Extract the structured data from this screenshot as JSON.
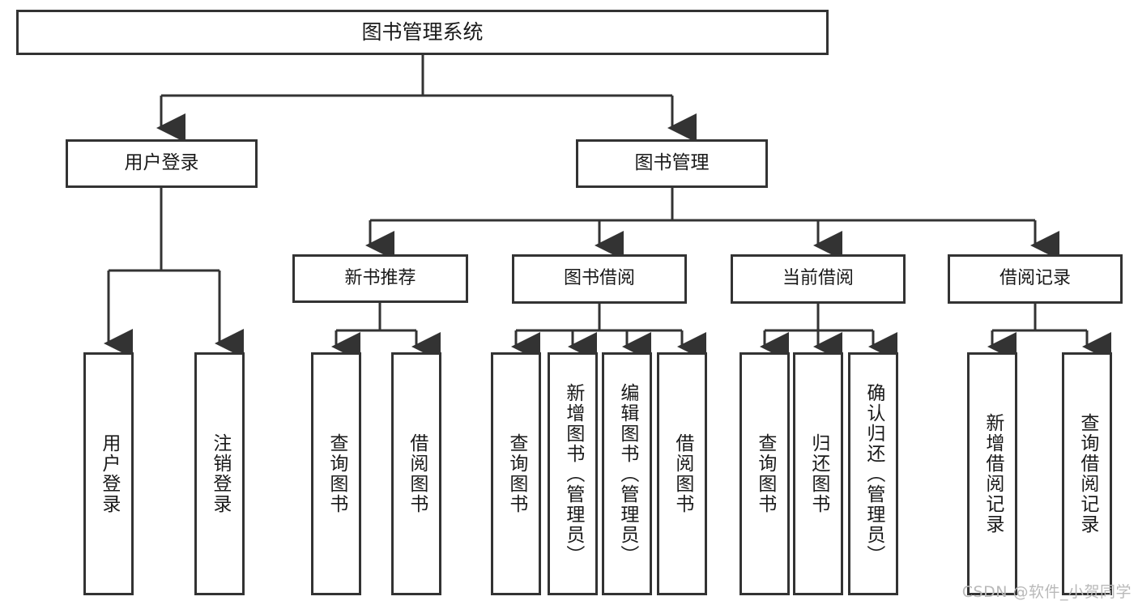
{
  "diagram": {
    "title": "图书管理系统",
    "type": "tree-hierarchy",
    "watermark": "CSDN @软件_小贺同学",
    "colors": {
      "stroke": "#333333",
      "fill": "#ffffff",
      "text": "#1a1a1a",
      "watermark": "#b9b9b9"
    }
  },
  "nodes": {
    "root": {
      "label": "图书管理系统"
    },
    "level2": [
      {
        "id": "user-login",
        "label": "用户登录"
      },
      {
        "id": "book-manage",
        "label": "图书管理"
      }
    ],
    "level3": [
      {
        "id": "new-book-recommend",
        "label": "新书推荐"
      },
      {
        "id": "book-borrow",
        "label": "图书借阅"
      },
      {
        "id": "current-borrow",
        "label": "当前借阅"
      },
      {
        "id": "borrow-record",
        "label": "借阅记录"
      }
    ],
    "leaves": {
      "user-login": [
        {
          "id": "leaf-user-login",
          "label": "用户登录"
        },
        {
          "id": "leaf-logout",
          "label": "注销登录"
        }
      ],
      "new-book-recommend": [
        {
          "id": "leaf-query-book-1",
          "label": "查询图书"
        },
        {
          "id": "leaf-borrow-book-1",
          "label": "借阅图书"
        }
      ],
      "book-borrow": [
        {
          "id": "leaf-query-book-2",
          "label": "查询图书"
        },
        {
          "id": "leaf-add-book",
          "label": "新增图书（管理员）"
        },
        {
          "id": "leaf-edit-book",
          "label": "编辑图书（管理员）"
        },
        {
          "id": "leaf-borrow-book-2",
          "label": "借阅图书"
        }
      ],
      "current-borrow": [
        {
          "id": "leaf-query-book-3",
          "label": "查询图书"
        },
        {
          "id": "leaf-return-book",
          "label": "归还图书"
        },
        {
          "id": "leaf-confirm-return",
          "label": "确认归还（管理员）"
        }
      ],
      "borrow-record": [
        {
          "id": "leaf-add-record",
          "label": "新增借阅记录"
        },
        {
          "id": "leaf-query-record",
          "label": "查询借阅记录"
        }
      ]
    }
  }
}
